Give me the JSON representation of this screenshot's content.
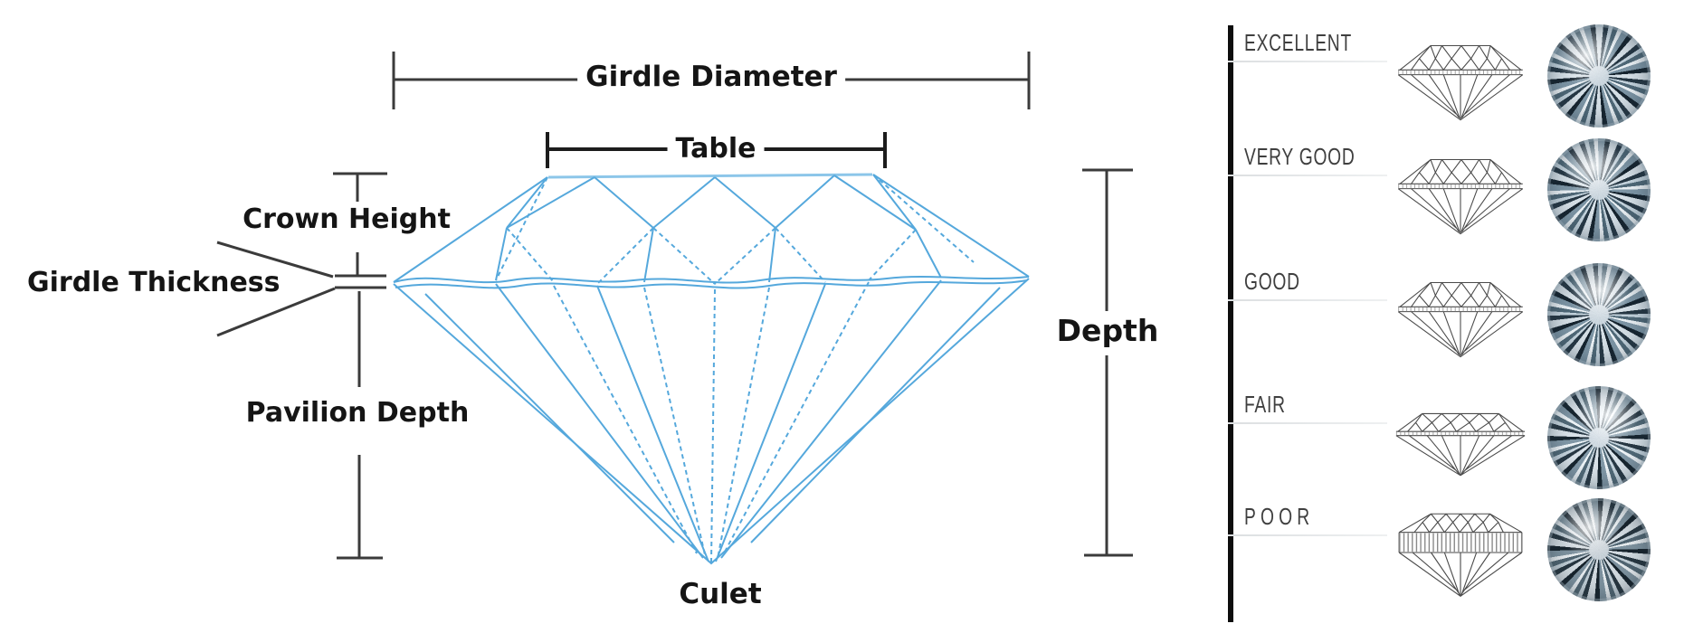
{
  "anatomy_diagram": {
    "labels": {
      "girdle_diameter": "Girdle Diameter",
      "table": "Table",
      "crown_height": "Crown Height",
      "girdle_thickness": "Girdle Thickness",
      "pavilion_depth": "Pavilion Depth",
      "depth": "Depth",
      "culet": "Culet"
    },
    "colors": {
      "wireframe_blue": "#55a8dc",
      "table_edge_blue": "#8cc6e9",
      "measure_line": "#3b3b3b",
      "label_text": "#151515"
    }
  },
  "cut_scale": {
    "grades": [
      {
        "label": "EXCELLENT"
      },
      {
        "label": "VERY GOOD"
      },
      {
        "label": "GOOD"
      },
      {
        "label": "FAIR"
      },
      {
        "label": "POOR"
      }
    ],
    "colors": {
      "grade_text": "#3f3f3f",
      "divider_bar": "#0d0d0d",
      "rule_line": "#dcdfe1",
      "sketch_line": "#4a4a4a"
    }
  }
}
